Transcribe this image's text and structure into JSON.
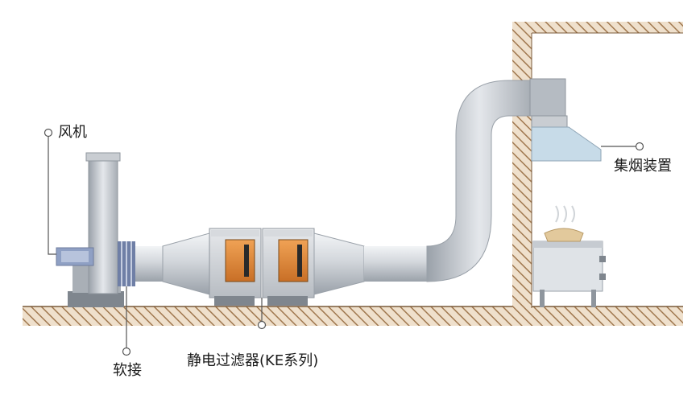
{
  "labels": {
    "fan": "风机",
    "soft_joint": "软接",
    "esp_filter": "静电过滤器(KE系列)",
    "hood": "集烟装置"
  },
  "colors": {
    "duct_light": "#e4e7eb",
    "duct_mid": "#c3c8ce",
    "duct_dark": "#8f969e",
    "floor_hatch": "#a0784f",
    "filter_window": "#e08a3a",
    "label_line": "#555555"
  }
}
